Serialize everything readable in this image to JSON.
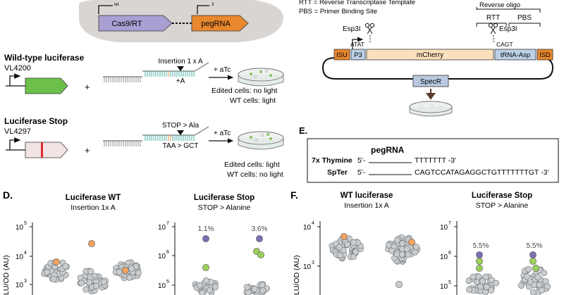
{
  "top_left": {
    "cassette_label": "Cas9/RT",
    "pegrna_label": "pegRNA",
    "promoter_sup_1": "tet",
    "promoter_sup_2": "3"
  },
  "constructs": [
    {
      "title": "Wild-type luciferase",
      "strain": "VL4200",
      "edit_top": "Insertion 1 x A",
      "edit_bottom": "+A",
      "atc": "+ aTc",
      "outcome_1": "Edited cells: no light",
      "outcome_2": "WT cells: light",
      "plus": "+"
    },
    {
      "title": "Luciferase Stop",
      "strain": "VL4297",
      "edit_top": "STOP > Ala",
      "edit_bottom": "TAA > GCT",
      "atc": "+ aTc",
      "outcome_1": "Edited cells: light",
      "outcome_2": "WT cells: no light",
      "plus": "+"
    }
  ],
  "legend_top_right": {
    "line1": "RTT = Reverse Transcriptase Template",
    "line2": "PBS = Primer Binding Site",
    "reverse_oligo": "Reverse oligo",
    "rtt": "RTT",
    "pbs": "PBS"
  },
  "plasmid": {
    "esp_left": "Esp3I",
    "esp_right": "Esp3I",
    "overhang_left": "ATAT",
    "overhang_right": "CAGT",
    "isu": "ISU",
    "p3": "P3",
    "mcherry": "mCherry",
    "trna": "tRNA-Asp",
    "isd": "ISD",
    "specr": "SpecR"
  },
  "panel_e": {
    "letter": "E.",
    "header": "pegRNA",
    "row1_label": "7x Thymine",
    "row1_prime5": "5'-",
    "row1_seq": "TTTTTTT -3'",
    "row2_label": "SpTer",
    "row2_prime5": "5'-",
    "row2_seq": "CAGTCCATAGAGGCTGTTTTTTTGT -3'"
  },
  "panel_d": {
    "letter": "D.",
    "left_title": "Luciferase WT",
    "left_subtitle": "Insertion 1x A",
    "right_title": "Luciferase Stop",
    "right_subtitle": "STOP > Alanine",
    "ylabel": "LU/OD (AU)",
    "left_ticks": [
      "10",
      "10",
      "10"
    ],
    "left_exps": [
      "5",
      "4",
      "3"
    ],
    "right_ticks": [
      "10",
      "10",
      "10"
    ],
    "right_exps": [
      "7",
      "6",
      "5"
    ],
    "pct_1": "1.1%",
    "pct_2": "3.6%"
  },
  "panel_f": {
    "letter": "F.",
    "left_title": "WT luciferase",
    "left_subtitle": "Insertion 1x A",
    "right_title": "Luciferase Stop",
    "right_subtitle": "STOP > Alanine",
    "ylabel": "LU/OD (AU)",
    "left_ticks": [
      "10",
      "10"
    ],
    "left_exps": [
      "4",
      "3"
    ],
    "right_ticks": [
      "10",
      "10",
      "10"
    ],
    "right_exps": [
      "7",
      "6",
      "5"
    ],
    "pct_1": "5.5%",
    "pct_2": "5.5%"
  },
  "colors": {
    "dot_gray": "#c9cdcf",
    "dot_orange": "#f2a35e",
    "dot_green": "#9ccf5a",
    "dot_purple": "#7a6fb0",
    "mcherry": "#fbe0bd",
    "orange": "#e8872e",
    "cassette": "#a99fd2",
    "lux_green": "#6cc04a",
    "specr": "#b8c9e0"
  }
}
